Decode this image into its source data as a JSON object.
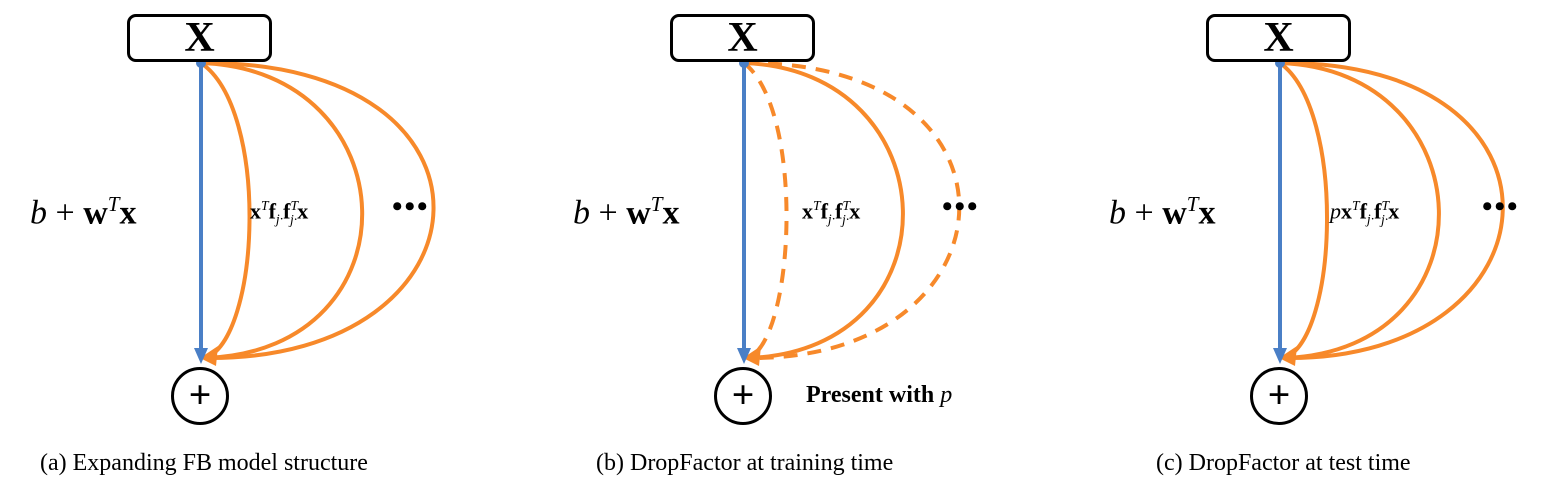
{
  "node_label": "X",
  "sum_symbol": "+",
  "dots": "•••",
  "linear_term": {
    "b": "b",
    "plus": " + ",
    "w": "w",
    "T": "T",
    "x": "x"
  },
  "factor_term": {
    "x1": "x",
    "T1": "T",
    "f1": "f",
    "sub1": "j·",
    "f2": "f",
    "sup2": "T",
    "sub2": "j·",
    "x2": "x"
  },
  "panels": [
    {
      "caption": "(a)  Expanding FB model structure",
      "dashed_arcs": false,
      "scaled": false
    },
    {
      "caption": "(b)  DropFactor at training time",
      "dashed_arcs": true,
      "scaled": false,
      "note": "Present with ",
      "note_var": "p"
    },
    {
      "caption": "(c)  DropFactor at test time",
      "dashed_arcs": false,
      "scaled": true,
      "scale_prefix": "p"
    }
  ],
  "colors": {
    "linear_edge": "#4a7fc6",
    "factor_edge": "#f7892a",
    "stroke": "#000000"
  }
}
